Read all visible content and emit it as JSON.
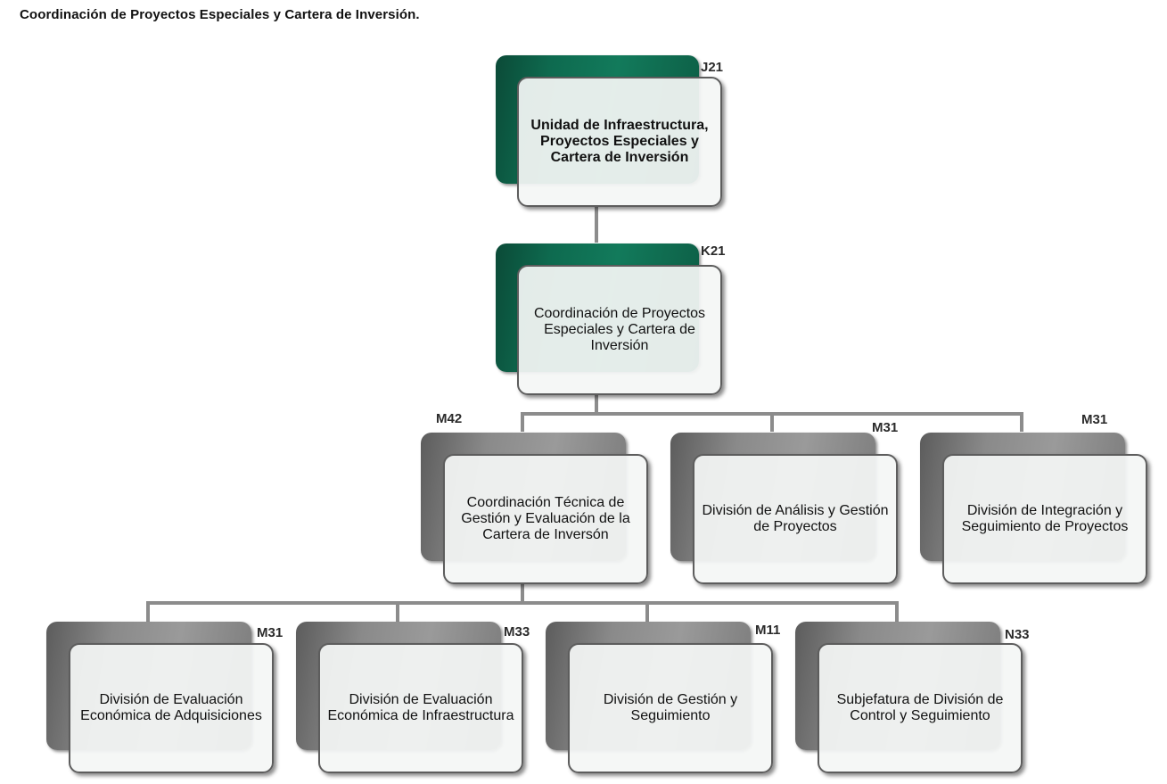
{
  "title": "Coordinación de Proyectos Especiales y Cartera de Inversión.",
  "nodes": {
    "j21": {
      "code": "J21",
      "label": "Unidad de Infraestructura, Proyectos Especiales y Cartera de Inversión",
      "color": "#0e6a4f"
    },
    "k21": {
      "code": "K21",
      "label": "Coordinación de Proyectos Especiales y Cartera de Inversión",
      "color": "#0e6a4f"
    },
    "m42": {
      "code": "M42",
      "label": "Coordinación Técnica de Gestión y Evaluación de la Cartera de Inversón",
      "color": "#8a8a8a"
    },
    "m31_analisis": {
      "code": "M31",
      "label": "División de Análisis y Gestión de Proyectos",
      "color": "#8a8a8a"
    },
    "m31_integracion": {
      "code": "M31",
      "label": "División de Integración y Seguimiento de Proyectos",
      "color": "#8a8a8a"
    },
    "m31_adquisiciones": {
      "code": "M31",
      "label": "División de Evaluación Económica de Adquisiciones",
      "color": "#8a8a8a"
    },
    "m33": {
      "code": "M33",
      "label": "División de Evaluación Económica de Infraestructura",
      "color": "#8a8a8a"
    },
    "m11": {
      "code": "M11",
      "label": "División de Gestión y Seguimiento",
      "color": "#8a8a8a"
    },
    "n33": {
      "code": "N33",
      "label": "Subjefatura de División de Control y Seguimiento",
      "color": "#8a8a8a"
    }
  },
  "connector_color": "#8c8c8c"
}
